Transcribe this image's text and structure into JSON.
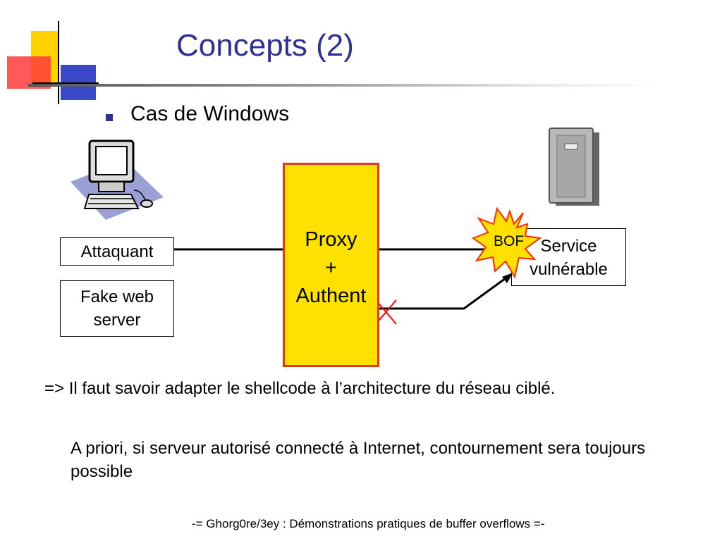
{
  "slide": {
    "title": "Concepts (2)",
    "bullet": "Cas de Windows",
    "line1": "=> Il faut savoir adapter le shellcode à l’architecture du réseau ciblé.",
    "line2": "A priori, si serveur autorisé connecté à Internet, contournement sera toujours possible",
    "footer": "-= Ghorg0re/3ey : Démonstrations pratiques de buffer overflows =-"
  },
  "diagram": {
    "attacker_label": "Attaquant",
    "fake_server_label": "Fake web server",
    "proxy_lines": [
      "Proxy",
      "+",
      "Authent"
    ],
    "service_label": "Service vulnérable",
    "burst_label": "BOF",
    "icons": [
      "computer-icon",
      "server-tower-icon",
      "explosion-burst-icon",
      "cross-mark-icon"
    ]
  },
  "colors": {
    "title": "#2e3192",
    "proxy_fill": "#ffe100",
    "proxy_border": "#e03a1a",
    "burst_fill": "#ffe000",
    "burst_stroke": "#ff2a00",
    "cross": "#ff0000"
  }
}
